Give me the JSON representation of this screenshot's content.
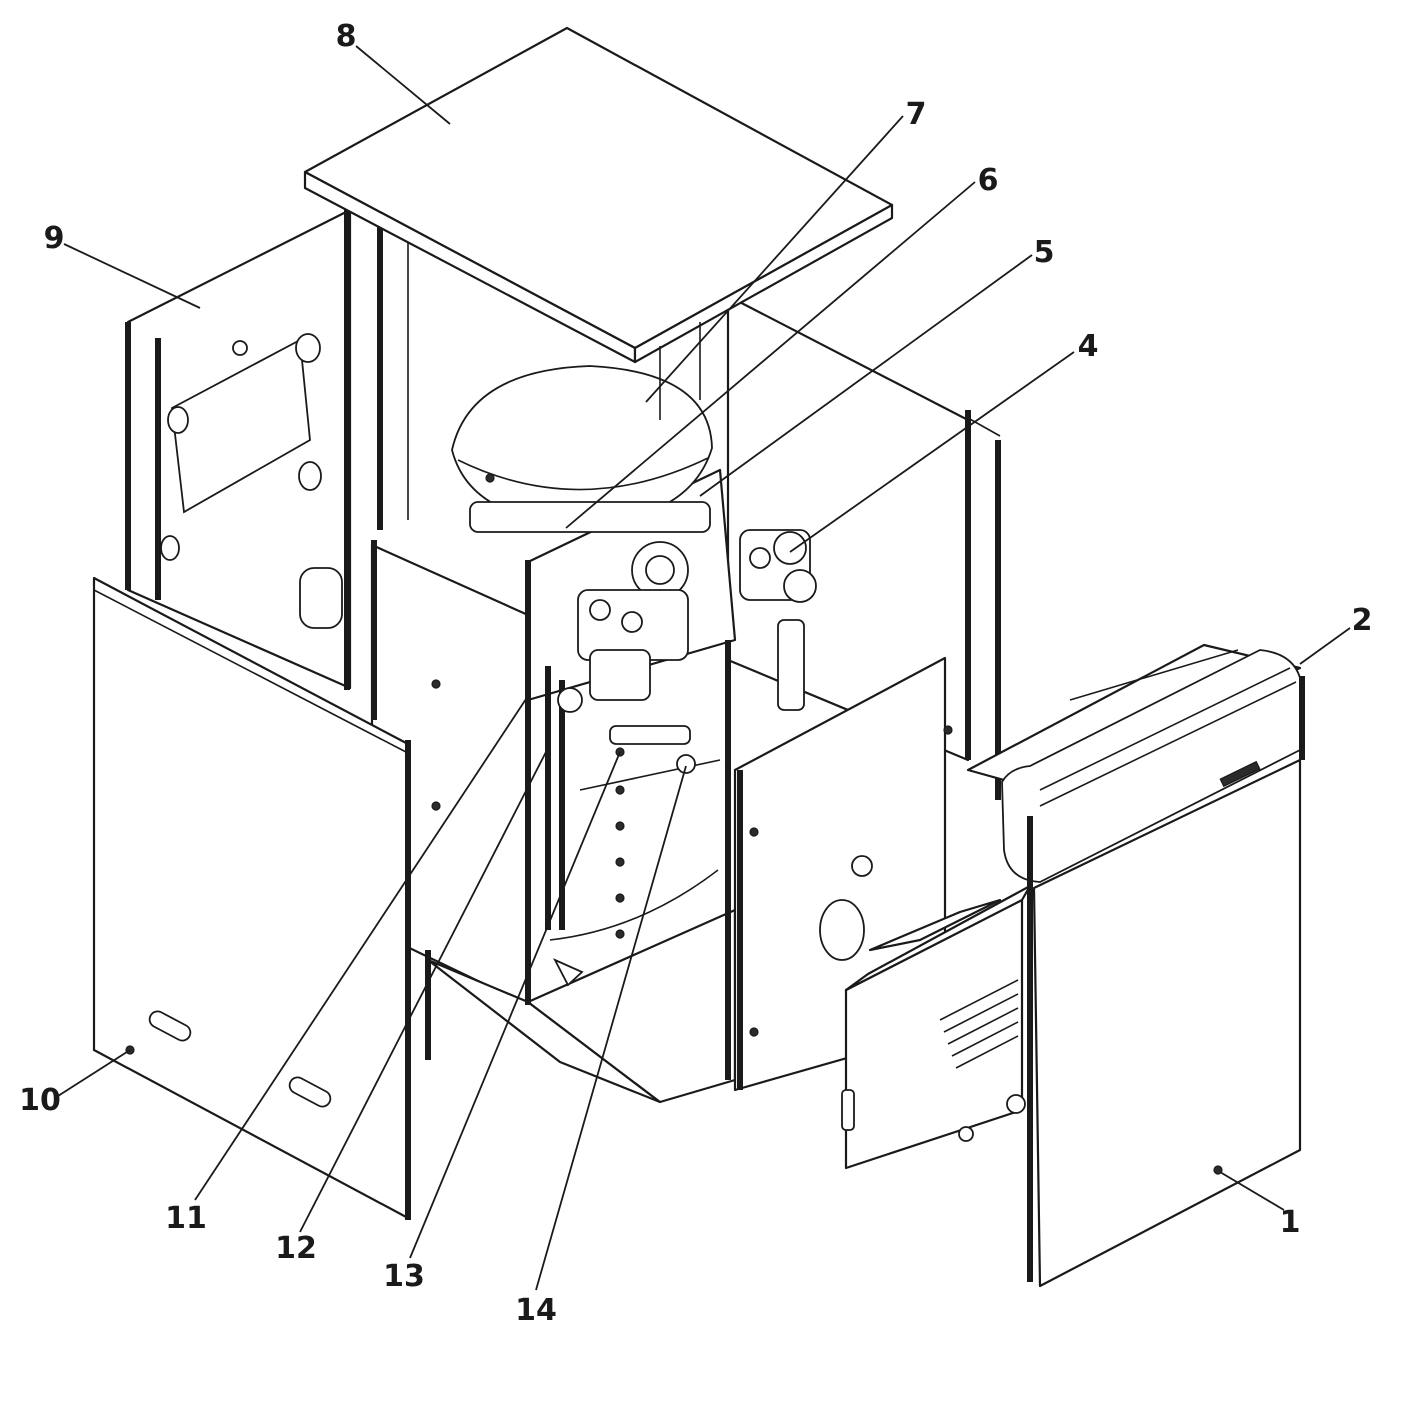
{
  "labels": [
    {
      "id": "1",
      "text": "1"
    },
    {
      "id": "2",
      "text": "2"
    },
    {
      "id": "4",
      "text": "4"
    },
    {
      "id": "5",
      "text": "5"
    },
    {
      "id": "6",
      "text": "6"
    },
    {
      "id": "7",
      "text": "7"
    },
    {
      "id": "8",
      "text": "8"
    },
    {
      "id": "9",
      "text": "9"
    },
    {
      "id": "10",
      "text": "10"
    },
    {
      "id": "11",
      "text": "11"
    },
    {
      "id": "12",
      "text": "12"
    },
    {
      "id": "13",
      "text": "13"
    },
    {
      "id": "14",
      "text": "14"
    }
  ],
  "colors": {
    "line": "#1a1a1a",
    "background": "#ffffff"
  }
}
